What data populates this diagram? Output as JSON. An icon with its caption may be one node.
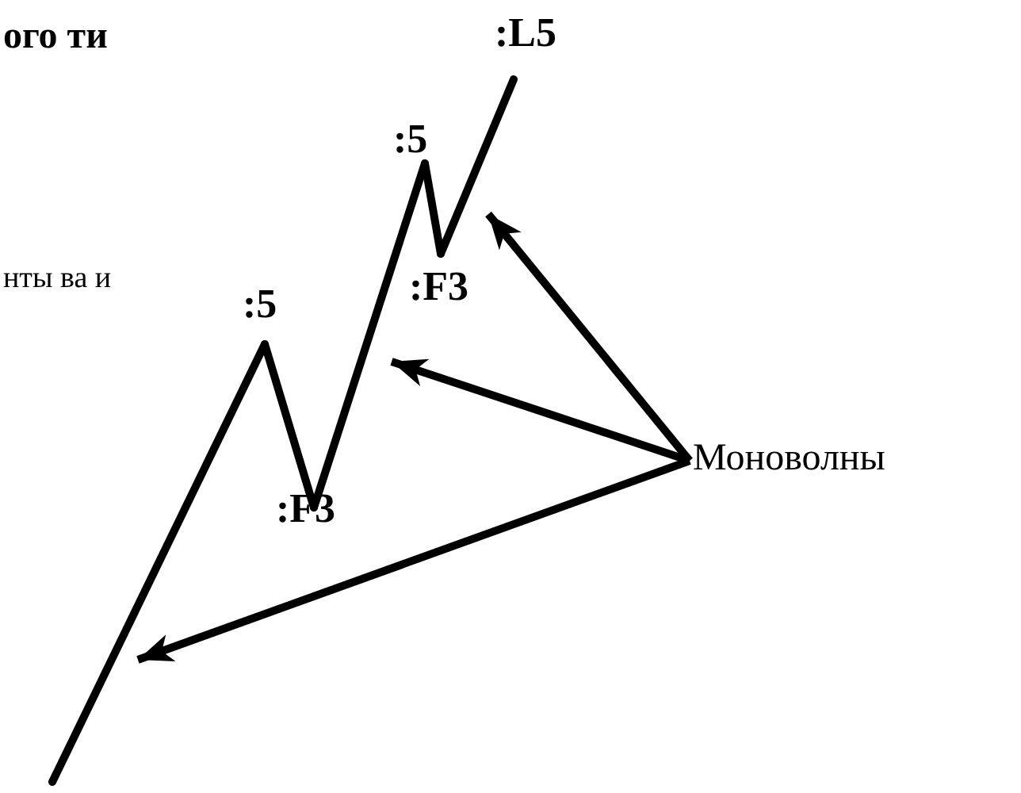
{
  "diagram": {
    "nodes": [
      {
        "text": [],
        "shape": "line"
      },
      {
        "text": [],
        "shape": "line"
      },
      {
        "text": [],
        "shape": "line"
      },
      {
        "text": [],
        "shape": "line"
      },
      {
        "text": [],
        "shape": "line"
      },
      {
        "text": [
          "Моноволны"
        ]
      }
    ],
    "edges": [
      {
        "from": 5,
        "to": 4,
        "arrow": "to"
      },
      {
        "from": 5,
        "to": 2,
        "arrow": "to"
      },
      {
        "from": 5,
        "to": 0,
        "arrow": "to"
      }
    ],
    "labels": [
      "ого ти",
      ":L5",
      ":5",
      "нты ва и",
      ":F3",
      ":5",
      ":F3"
    ]
  }
}
